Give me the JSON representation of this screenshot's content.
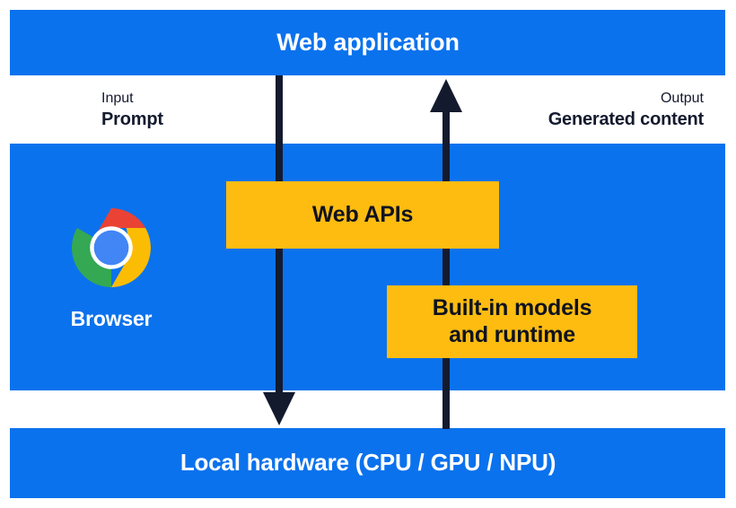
{
  "diagram": {
    "title": "Web application",
    "bands": [
      {
        "id": "web-application",
        "label": "Web application",
        "color": "#0b72ed"
      },
      {
        "id": "browser",
        "label": "Browser",
        "color": "#0b72ed"
      },
      {
        "id": "local-hardware",
        "label": "Local hardware (CPU / GPU / NPU)",
        "color": "#0b72ed"
      }
    ],
    "flows": [
      {
        "id": "input",
        "kind": "Input",
        "value": "Prompt",
        "direction": "down"
      },
      {
        "id": "output",
        "kind": "Output",
        "value": "Generated content",
        "direction": "up"
      }
    ],
    "boxes": [
      {
        "id": "web-apis",
        "label": "Web APIs",
        "color": "#febc11"
      },
      {
        "id": "builtin-models",
        "label": "Built-in models and runtime",
        "line1": "Built-in models",
        "line2": "and runtime",
        "color": "#febc11"
      }
    ],
    "browser": {
      "caption": "Browser",
      "icon": "chrome-logo-icon",
      "icon_colors": {
        "red": "#ea4335",
        "yellow": "#fbbc04",
        "green": "#34a853",
        "blue": "#4285f4",
        "ring": "#ffffff"
      }
    },
    "arrow_color": "#141a2e"
  }
}
